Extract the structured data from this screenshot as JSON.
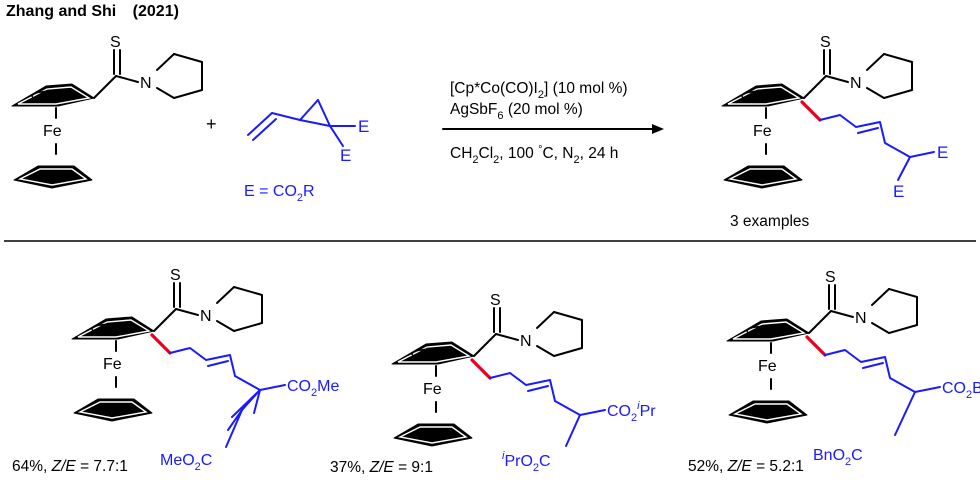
{
  "header": {
    "authors": "Zhang and Shi",
    "year": "(2021)"
  },
  "atoms": {
    "S": "S",
    "N": "N",
    "Fe": "Fe",
    "E": "E",
    "co2": "CO",
    "two": "2",
    "ipr_i": "i",
    "ipr_pr": "Pr",
    "me_tail": "Me",
    "meo_left": "MeO",
    "bn_tail": "Bn",
    "bno_left": "BnO",
    "ipro_left": "PrO",
    "c": "C"
  },
  "reactant2": {
    "e_def": "E = CO",
    "e_def_sub": "2",
    "e_def_tail": "R"
  },
  "plus": "+",
  "conditions": {
    "line1_a": "[Cp*Co(CO)I",
    "line1_sub": "2",
    "line1_b": "] (10 mol %)",
    "line2_a": "AgSbF",
    "line2_sub": "6",
    "line2_b": " (20 mol %)",
    "line3_a": "CH",
    "line3_s1": "2",
    "line3_b": "Cl",
    "line3_s2": "2",
    "line3_c": ", 100 ",
    "line3_deg": "°",
    "line3_d": "C, N",
    "line3_s3": "2",
    "line3_e": ", 24 h"
  },
  "product_note": "3 examples",
  "examples": [
    {
      "yield": "64%, ",
      "ze_label": "Z/E",
      "ze_value": " = 7.7:1"
    },
    {
      "yield": "37%, ",
      "ze_label": "Z/E",
      "ze_value": " = 9:1"
    },
    {
      "yield": "52%, ",
      "ze_label": "Z/E",
      "ze_value": " = 5.2:1"
    }
  ],
  "colors": {
    "black": "#000000",
    "highlight_bond": "#e8001c",
    "substituent": "#1a1aff"
  }
}
